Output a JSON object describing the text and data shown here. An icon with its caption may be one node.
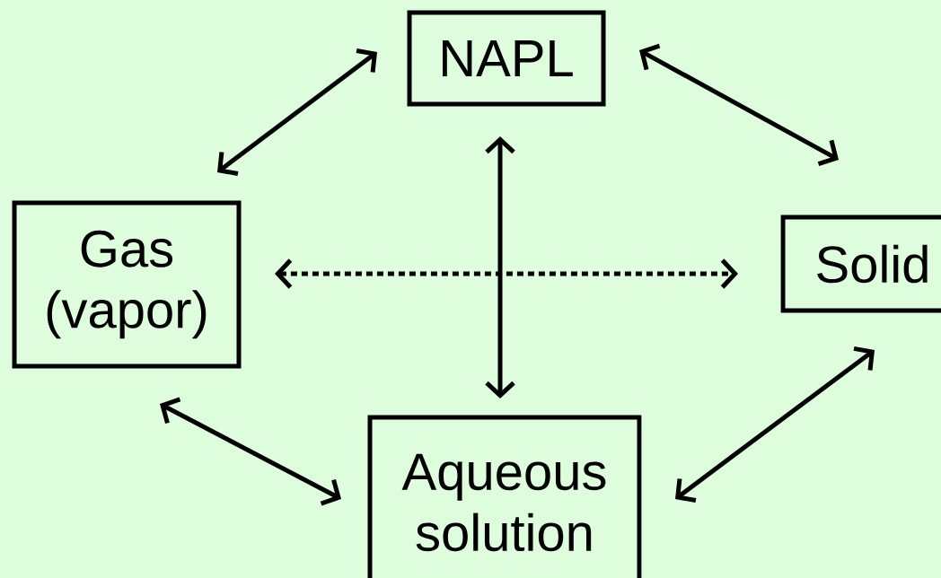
{
  "diagram": {
    "nodes": [
      {
        "text": [
          "NAPL"
        ]
      },
      {
        "text": [
          "Gas (vapor)"
        ]
      },
      {
        "text": [
          "Solid"
        ]
      },
      {
        "text": [
          "Aqueous solution"
        ]
      }
    ],
    "edges": [
      {
        "from": 0,
        "to": 1,
        "arrow": "both"
      },
      {
        "from": 0,
        "to": 2,
        "arrow": "both"
      },
      {
        "from": 0,
        "to": 3,
        "arrow": "both"
      },
      {
        "from": 1,
        "to": 2,
        "arrow": "both",
        "style": "dashed"
      },
      {
        "from": 1,
        "to": 3,
        "arrow": "both"
      },
      {
        "from": 2,
        "to": 3,
        "arrow": "both"
      }
    ]
  }
}
